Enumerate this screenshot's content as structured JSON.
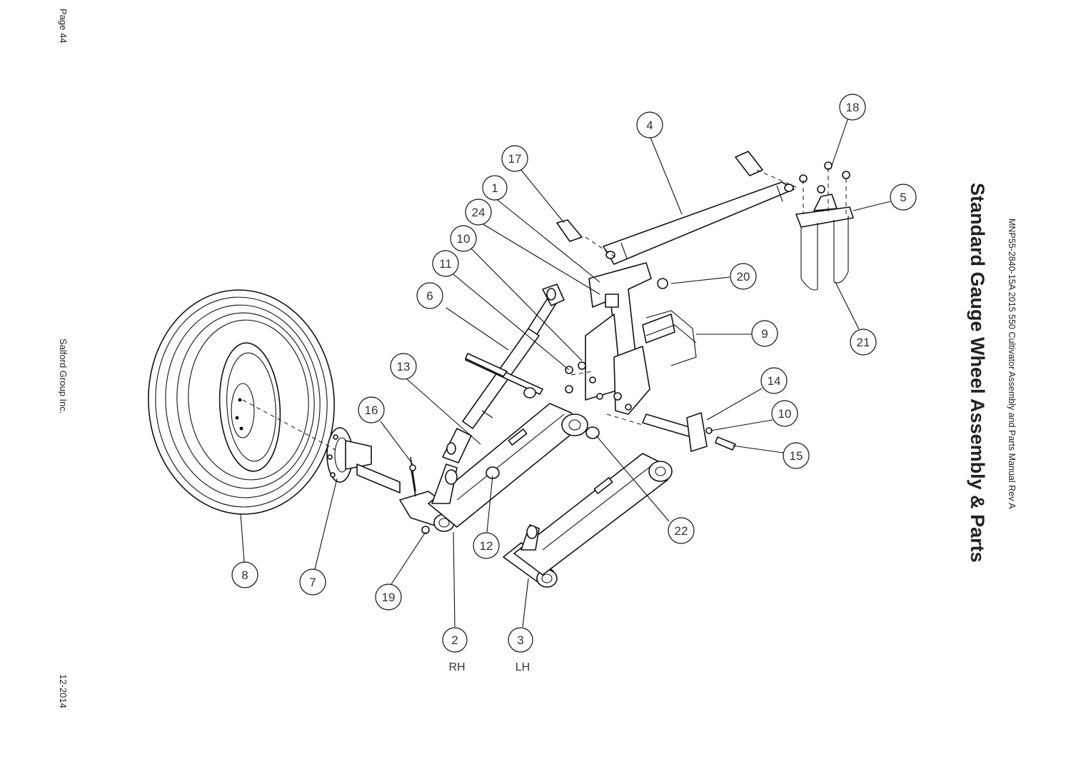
{
  "page": {
    "page_number": "Page 44",
    "company": "Salford Group Inc.",
    "date": "12-2014",
    "manual": "MNP55-2840-15A 2015 550 Cultivator Assembly and Parts Manual Rev A",
    "title": "Standard Gauge Wheel Assembly & Parts"
  },
  "callouts": [
    {
      "label": "1"
    },
    {
      "label": "2",
      "sub": "RH"
    },
    {
      "label": "3",
      "sub": "LH"
    },
    {
      "label": "4"
    },
    {
      "label": "5"
    },
    {
      "label": "6"
    },
    {
      "label": "7"
    },
    {
      "label": "8"
    },
    {
      "label": "9"
    },
    {
      "label": "10"
    },
    {
      "label": "10"
    },
    {
      "label": "11"
    },
    {
      "label": "12"
    },
    {
      "label": "13"
    },
    {
      "label": "14"
    },
    {
      "label": "15"
    },
    {
      "label": "16"
    },
    {
      "label": "17"
    },
    {
      "label": "18"
    },
    {
      "label": "19"
    },
    {
      "label": "20"
    },
    {
      "label": "21"
    },
    {
      "label": "22"
    },
    {
      "label": "24"
    }
  ]
}
